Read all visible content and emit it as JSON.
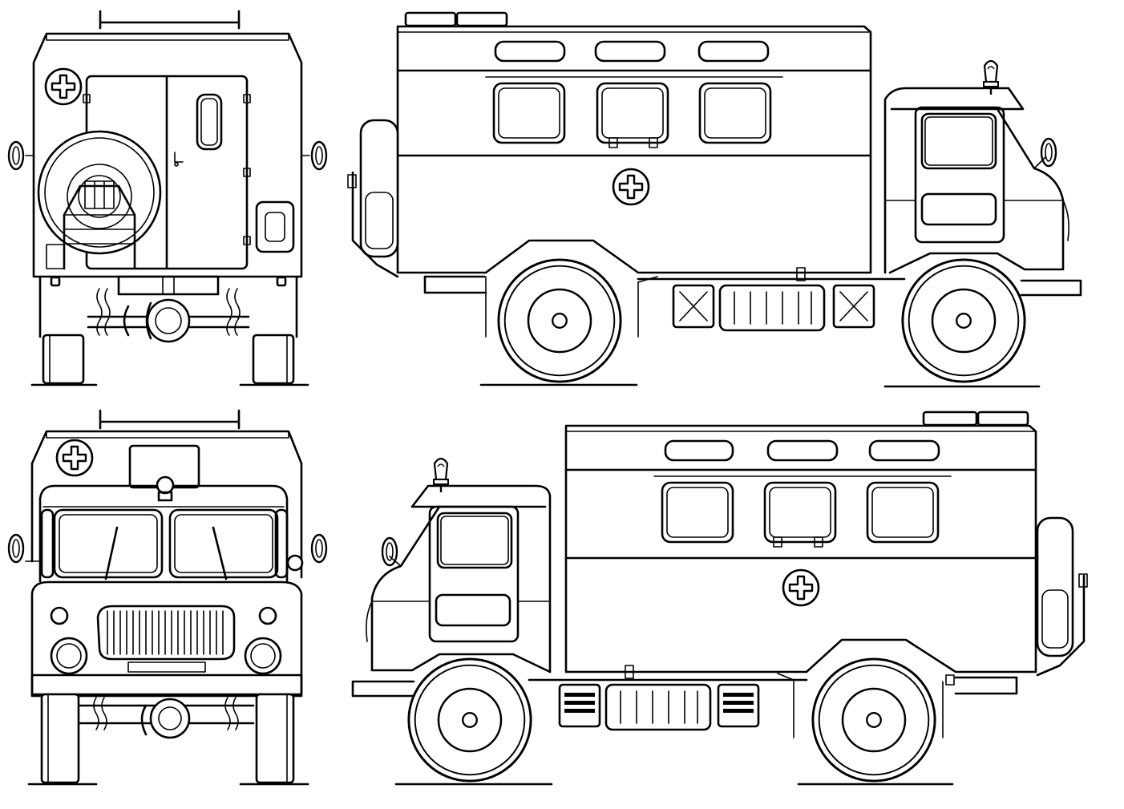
{
  "drawing": {
    "subject": "",
    "views": [
      {
        "id": "rear"
      },
      {
        "id": "left-side"
      },
      {
        "id": "front"
      },
      {
        "id": "right-side"
      }
    ]
  },
  "colors": {
    "line": "#000000",
    "background": "#ffffff"
  },
  "icons": {
    "emblem": "red-cross-emblem-icon",
    "beacon": "beacon-lamp-icon",
    "mirror": "side-mirror-icon"
  }
}
